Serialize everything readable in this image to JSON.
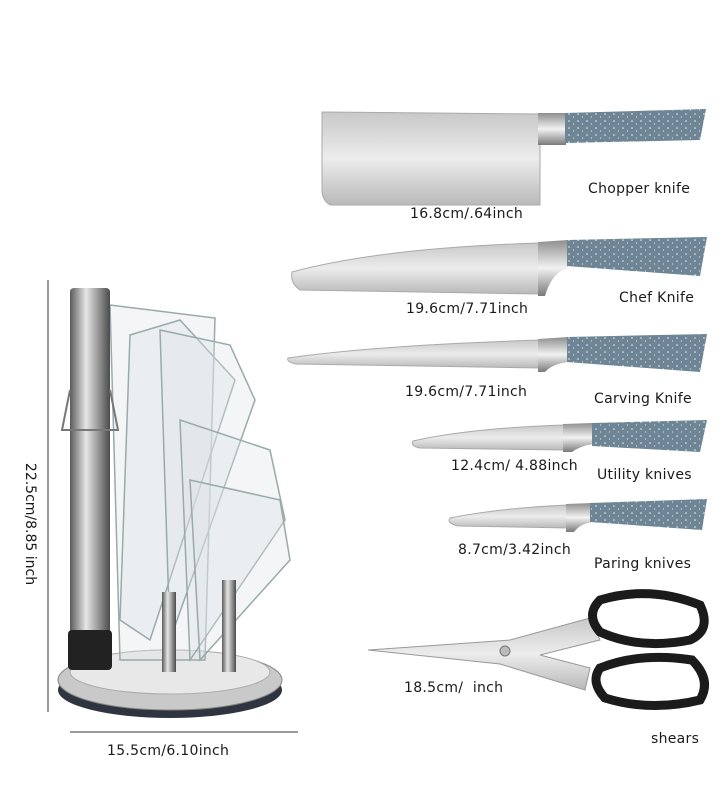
{
  "items": [
    {
      "name": "Chopper knife",
      "size": "16.8cm/.64inch"
    },
    {
      "name": "Chef Knife",
      "size": "19.6cm/7.71inch"
    },
    {
      "name": "Carving Knife",
      "size": "19.6cm/7.71inch"
    },
    {
      "name": "Utility knives",
      "size": "12.4cm/ 4.88inch"
    },
    {
      "name": "Paring knives",
      "size": "8.7cm/3.42inch"
    },
    {
      "name": "shears",
      "size": "18.5cm/  inch"
    }
  ],
  "stand": {
    "height": "22.5cm/8.85 inch",
    "width": "15.5cm/6.10inch"
  },
  "colors": {
    "handle": "#6d8594",
    "blade": "#d9d9d9",
    "shear_grip": "#1b1b1b"
  }
}
